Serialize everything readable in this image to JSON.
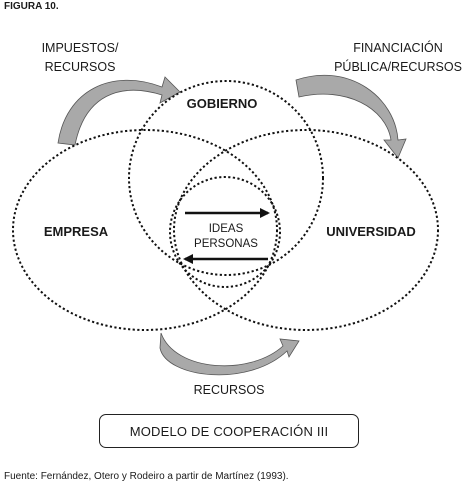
{
  "figure_label": "FIGURA 10.",
  "circles": {
    "top": "GOBIERNO",
    "left": "EMPRESA",
    "right": "UNIVERSIDAD",
    "center_line1": "IDEAS",
    "center_line2": "PERSONAS"
  },
  "flows": {
    "top_left_line1": "IMPUESTOS/",
    "top_left_line2": "RECURSOS",
    "top_right_line1": "FINANCIACIÓN",
    "top_right_line2": "PÚBLICA/RECURSOS",
    "bottom": "RECURSOS"
  },
  "caption": "MODELO DE COOPERACIÓN III",
  "source": "Fuente: Fernández, Otero y Rodeiro a partir de Martínez (1993)."
}
